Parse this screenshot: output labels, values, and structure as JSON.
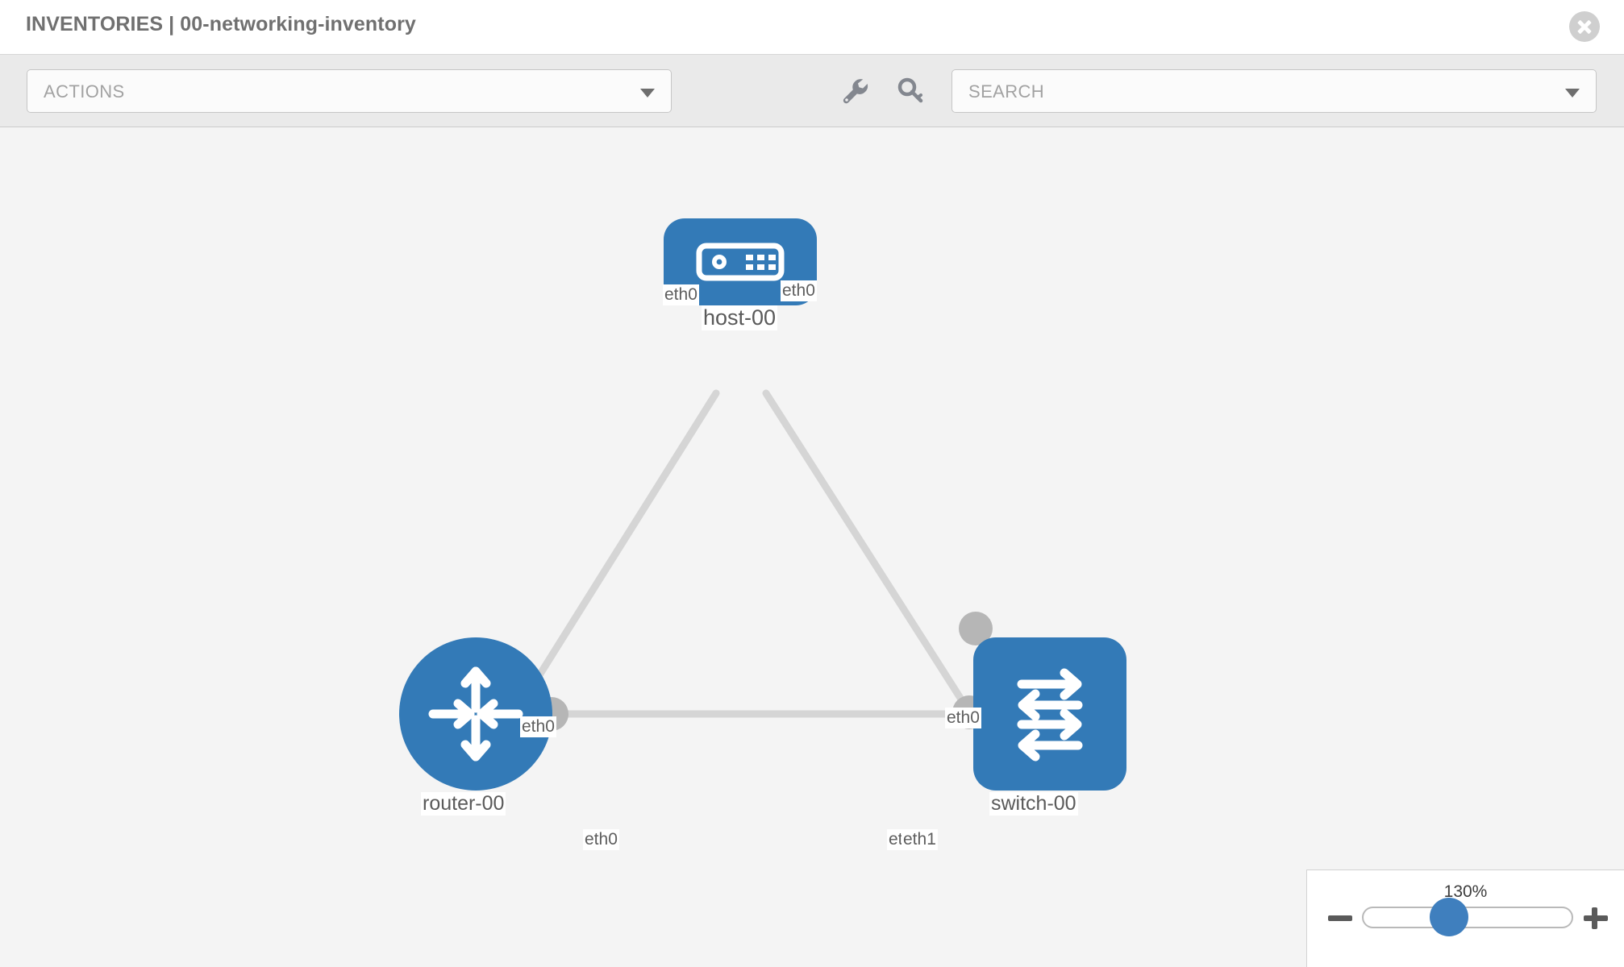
{
  "header": {
    "title": "INVENTORIES | 00-networking-inventory",
    "close_icon": "close-icon"
  },
  "toolbar": {
    "actions_label": "ACTIONS",
    "actions_caret_icon": "chevron-down-icon",
    "wrench_icon": "wrench-icon",
    "key_icon": "key-icon",
    "search_placeholder": "SEARCH",
    "search_value": "",
    "search_caret_icon": "chevron-down-icon"
  },
  "topology": {
    "nodes": [
      {
        "id": "host",
        "label": "host-00",
        "type": "host",
        "icon": "server-icon",
        "shape": "rounded-rect",
        "color": "#337ab7"
      },
      {
        "id": "router",
        "label": "router-00",
        "type": "router",
        "icon": "router-arrows-icon",
        "shape": "circle",
        "color": "#337ab7"
      },
      {
        "id": "switch",
        "label": "switch-00",
        "type": "switch",
        "icon": "switch-arrows-icon",
        "shape": "rounded-square",
        "color": "#337ab7"
      }
    ],
    "links": [
      {
        "source": "host",
        "target": "router",
        "source_interface": "eth0",
        "target_interface": "eth0"
      },
      {
        "source": "host",
        "target": "switch",
        "source_interface": "eth0",
        "target_interface": "eth0"
      },
      {
        "source": "router",
        "target": "switch",
        "source_interface": "eth0",
        "target_interface": "eth1"
      }
    ],
    "edge_labels": {
      "host_left": "eth0",
      "host_right": "eth0",
      "router_up": "eth0",
      "switch_up": "eth0",
      "router_right": "eth0",
      "switch_left_under": "eth0",
      "switch_left": "eth1"
    },
    "link_color": "#d5d5d5",
    "endpoint_color": "#b6b6b6",
    "canvas_background": "#f4f4f4"
  },
  "zoom": {
    "value_label": "130%",
    "percent": 130,
    "minus_icon": "minus-icon",
    "plus_icon": "plus-icon"
  }
}
